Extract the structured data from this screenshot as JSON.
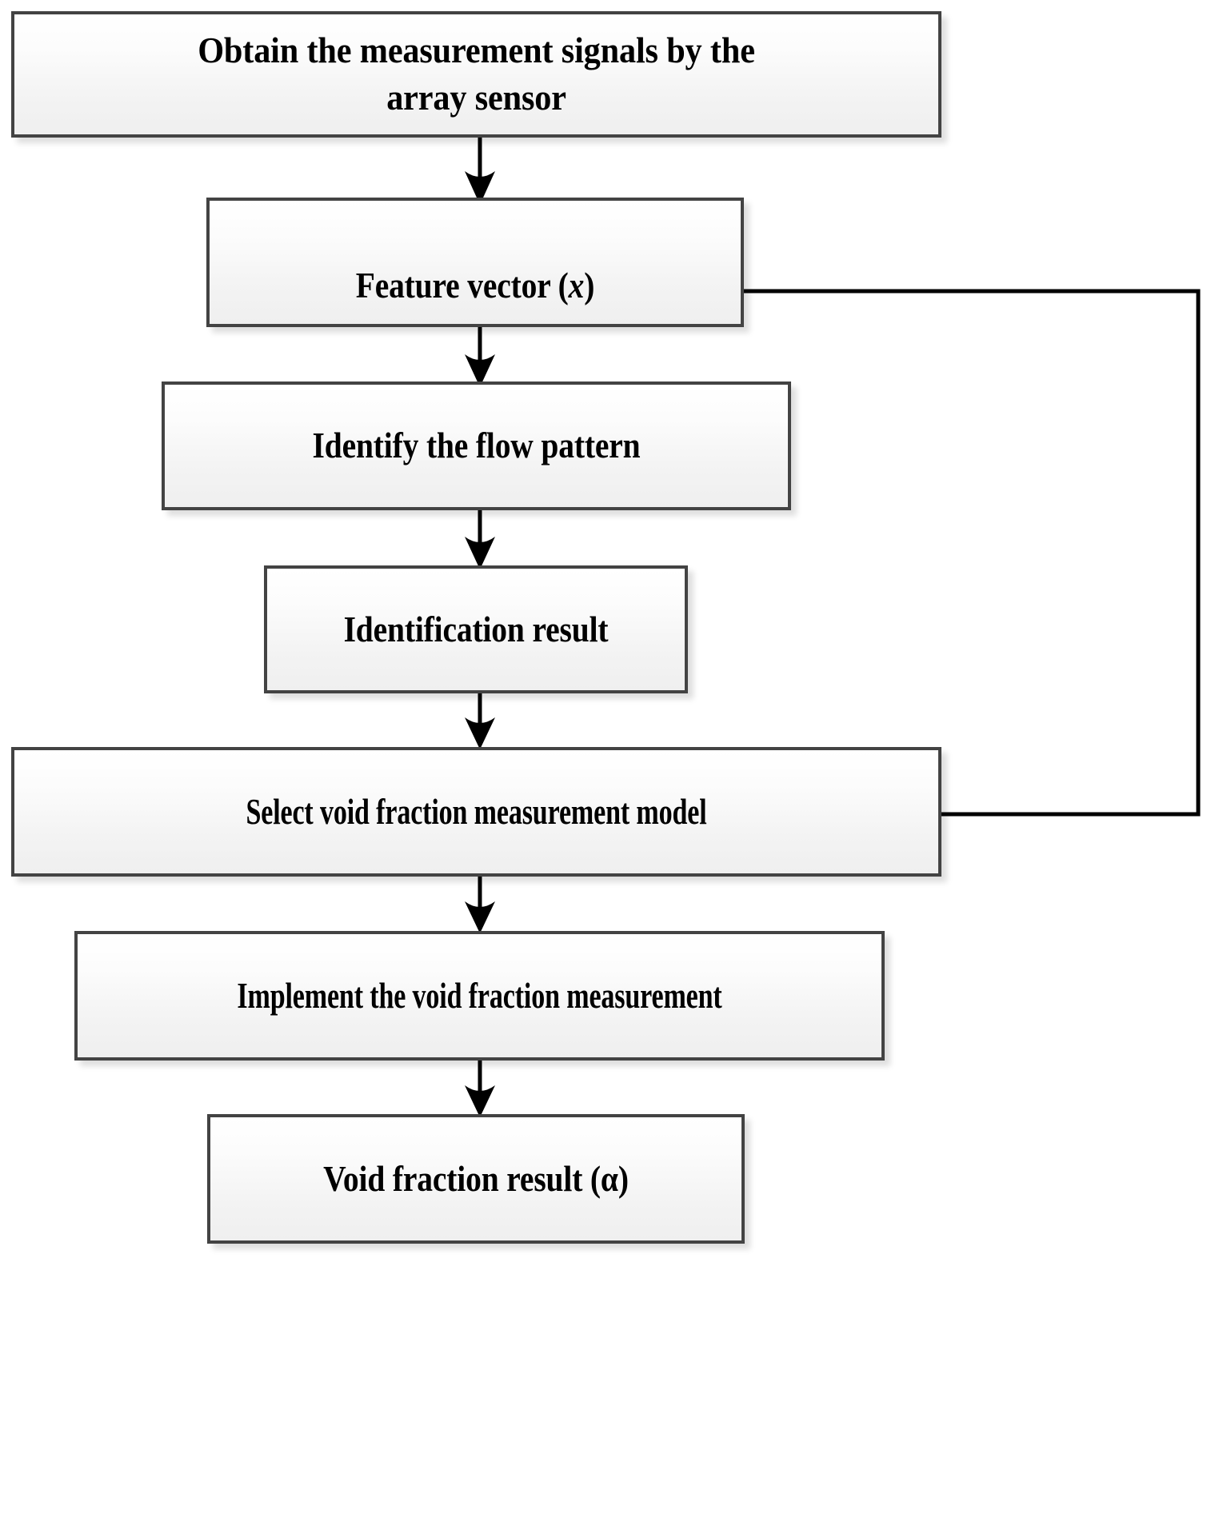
{
  "diagram": {
    "title": "Void fraction measurement flowchart",
    "background_color": "#ffffff",
    "box_border_color": "#434343",
    "box_fill_top_color": "#ffffff",
    "box_fill_bottom_color": "#efefef",
    "connector_color": "#000000",
    "text_color": "#000000"
  },
  "nodes": [
    {
      "id": "obtain-signals",
      "text": "Obtain the measurement signals by the\narray sensor"
    },
    {
      "id": "feature-vector",
      "text_before": "Feature vector (",
      "text_italic": "x",
      "text_after": ")"
    },
    {
      "id": "identify-flow-pattern",
      "text": "Identify the flow pattern"
    },
    {
      "id": "identification-result",
      "text": "Identification result"
    },
    {
      "id": "select-model",
      "text": "Select void fraction measurement model"
    },
    {
      "id": "implement-measurement",
      "text": "Implement the void fraction measurement"
    },
    {
      "id": "void-fraction-result",
      "text": "Void fraction result (α)"
    }
  ],
  "connectors": [
    {
      "id": "obtain-to-feature",
      "from": "obtain-signals",
      "to": "feature-vector",
      "kind": "arrow-down"
    },
    {
      "id": "feature-to-identify",
      "from": "feature-vector",
      "to": "identify-flow-pattern",
      "kind": "arrow-down"
    },
    {
      "id": "identify-to-result",
      "from": "identify-flow-pattern",
      "to": "identification-result",
      "kind": "arrow-down"
    },
    {
      "id": "result-to-select",
      "from": "identification-result",
      "to": "select-model",
      "kind": "arrow-down"
    },
    {
      "id": "select-to-implement",
      "from": "select-model",
      "to": "implement-measurement",
      "kind": "arrow-down"
    },
    {
      "id": "implement-to-void-result",
      "from": "implement-measurement",
      "to": "void-fraction-result",
      "kind": "arrow-down"
    },
    {
      "id": "feature-bypass-to-select",
      "from": "feature-vector",
      "to": "select-model",
      "kind": "arrow-elbow-right-down-left"
    }
  ]
}
